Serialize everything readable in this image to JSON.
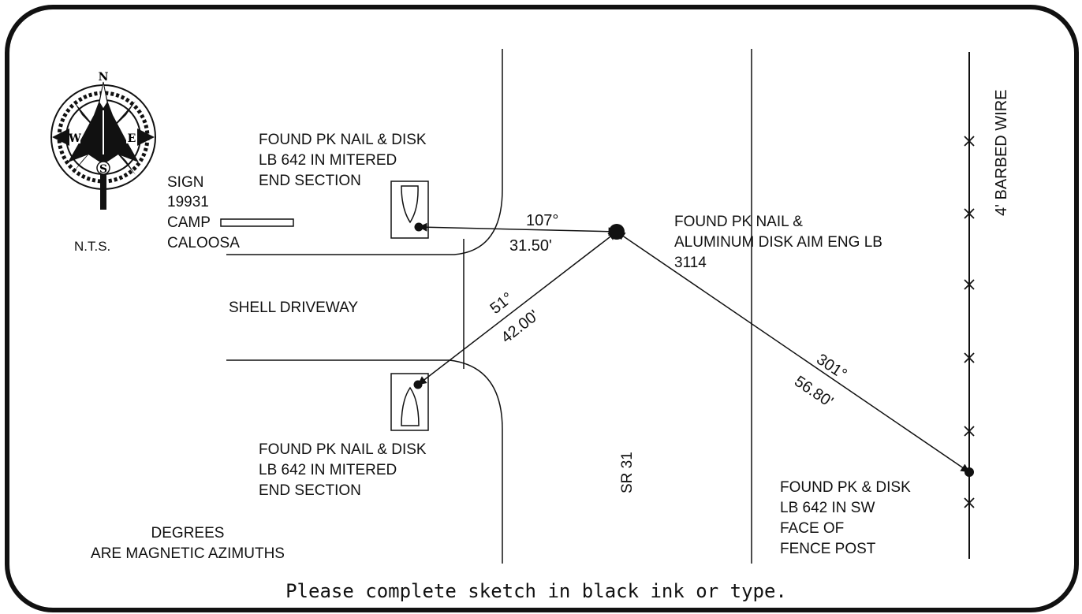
{
  "compass": {
    "north": "N",
    "south": "S",
    "east": "E",
    "west": "W",
    "scale_note": "N.T.S."
  },
  "sign": {
    "line1": "SIGN",
    "line2": "19931",
    "line3": "CAMP",
    "line4": "CALOOSA"
  },
  "driveway_label": "SHELL DRIVEWAY",
  "road_label": "SR 31",
  "fence_label": "4' BARBED WIRE",
  "points": {
    "upper_mitered": [
      "FOUND PK NAIL & DISK",
      "LB 642 IN MITERED",
      "END SECTION"
    ],
    "lower_mitered": [
      "FOUND PK NAIL & DISK",
      "LB 642 IN MITERED",
      "END SECTION"
    ],
    "center": [
      "FOUND PK NAIL &",
      "ALUMINUM DISK AIM ENG LB",
      "3114"
    ],
    "fence_post": [
      "FOUND PK & DISK",
      "LB 642 IN SW",
      "FACE OF",
      "FENCE POST"
    ]
  },
  "ties": {
    "upper": {
      "azimuth": "107°",
      "distance": "31.50'"
    },
    "lower": {
      "azimuth": "51°",
      "distance": "42.00'"
    },
    "fence": {
      "azimuth": "301°",
      "distance": "56.80'"
    }
  },
  "notes": {
    "line1": "DEGREES",
    "line2": "ARE MAGNETIC AZIMUTHS"
  },
  "footer_instruction": "Please complete sketch in black ink or type."
}
